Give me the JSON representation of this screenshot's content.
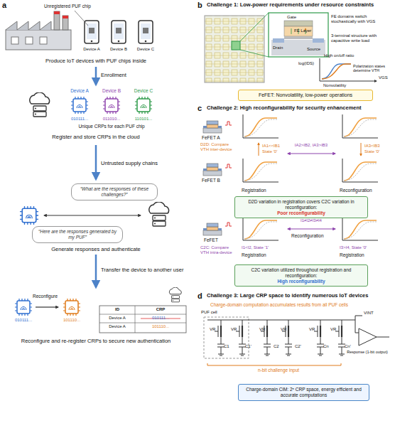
{
  "diagram": {
    "nodes": [
      {
        "text": [
          "“What are the responses of these challenges?”"
        ]
      },
      {
        "text": [
          "“Here are the responses generated by my PUF”"
        ]
      },
      {
        "text": [
          "FeFET: Nonvolatility, low-power operations"
        ]
      },
      {
        "text": [
          "D2D variation in registration covers C2C variation in reconfiguration:",
          "Poor reconfigurability"
        ]
      },
      {
        "text": [
          "C2C variation utilized throughout registration and reconfiguration:",
          "High reconfigurability"
        ]
      },
      {
        "text": [
          "Charge-domain CiM: 2ⁿ CRP space, energy efficient and accurate computations"
        ]
      }
    ],
    "labels": [
      "a",
      "Unregistered PUF chip",
      "Device A",
      "Device B",
      "Device C",
      "Produce IoT devices with PUF chips inside",
      "Enrollment",
      "Device A",
      "Device B",
      "Device C",
      "010111...",
      "011010...",
      "110101...",
      "Unique CRPs for each PUF chip",
      "Register and store CRPs in the cloud",
      "Untrusted supply chains",
      "Generate responses and authenticate",
      "Transfer the device to another user",
      "010111...",
      "Reconfigure",
      "101110...",
      "ID",
      "CRP",
      "Device A",
      "010111...",
      "Device A",
      "101110...",
      "Reconfigure and re-register CRPs to secure new authentication",
      "b",
      "Challenge 1: Low-power requirements under resource constraints",
      "Gate",
      "FE Layer",
      "Drain",
      "Source",
      "FE domains switch stochastically with VGS",
      "3-terminal structure with capacitive write load",
      "log(IDS)",
      "High on/off ratio",
      "Polarization states determine VTH",
      "Nonvolatility",
      "VGS",
      "c",
      "Challenge 2: High reconfigurability for security enhancement",
      "FeFET A",
      "D2D: Compare VTH inter-device",
      "FeFET B",
      "IA1<<IB1",
      "State '0'",
      "Registration",
      "IA2>IB2, IA3>IB3",
      "Reconfiguration",
      "IA3<IB3",
      "State '0'",
      "FeFET",
      "C2C: Compare VTH intra-device",
      "I1<I2, State '1'",
      "Registration",
      "I1≠I2≠I3≠I4",
      "Reconfiguration",
      "I3>I4, State '0'",
      "Registration",
      "d",
      "Challenge 3: Large CRP space to identify numerous IoT devices",
      "Charge-domain computation accumulates results from all PUF cells",
      "PUF cell",
      "VR",
      "VR",
      "VR",
      "VR",
      "VR",
      "VR",
      "C1",
      "C1'",
      "C2",
      "C2'",
      "Cn",
      "Cn'",
      "n-bit challenge input",
      "VINT",
      "Response (1-bit output)"
    ]
  }
}
